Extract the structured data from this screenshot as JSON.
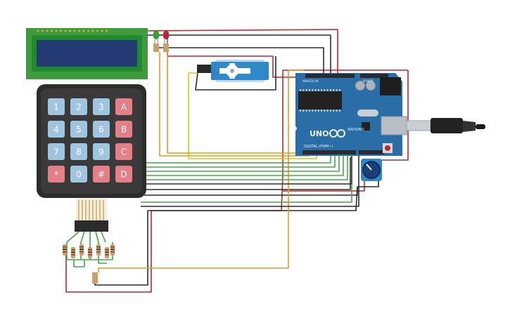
{
  "keypad": {
    "keys": [
      "1",
      "2",
      "3",
      "A",
      "4",
      "5",
      "6",
      "B",
      "7",
      "8",
      "9",
      "C",
      "*",
      "0",
      "#",
      "D"
    ]
  },
  "arduino": {
    "logo_text": "UNO",
    "brand_text": "ARDUINO",
    "digital_label": "DIGITAL (PWM~)",
    "power_label": "POWER",
    "analog_label": "ANALOG IN"
  },
  "colors": {
    "lcd_board": "#3f9b3b",
    "lcd_screen": "#233a73",
    "keypad_body": "#2c2c2c",
    "key_blue": "#9fc5df",
    "key_red": "#e37f86",
    "arduino_board": "#2a6ea8",
    "wire_red": "#c0262e",
    "wire_black": "#2b2b2b",
    "wire_green": "#43a843",
    "wire_orange": "#e59a1e",
    "wire_yellow": "#e3c218"
  }
}
